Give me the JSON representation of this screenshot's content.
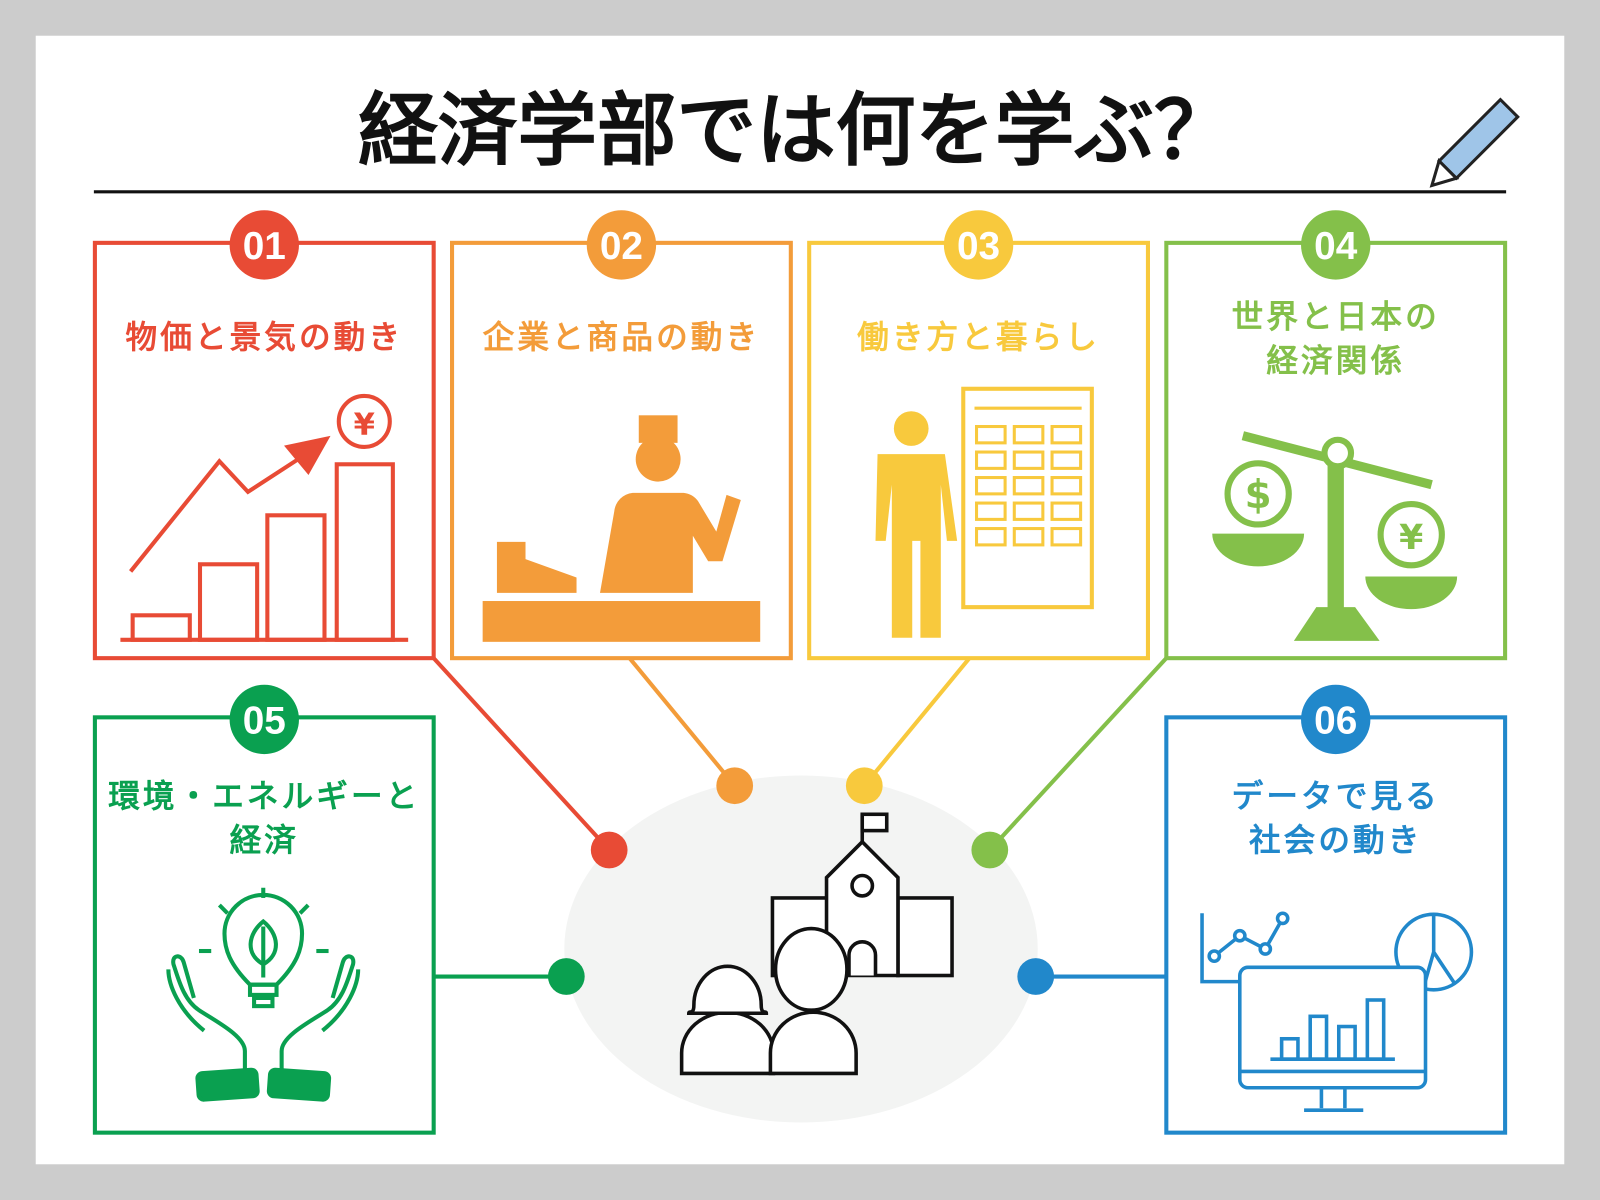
{
  "title": "経済学部では何を学ぶ？",
  "colors": {
    "red": "#e84b35",
    "orange": "#f39c3a",
    "yellow": "#f8c93d",
    "lightgreen": "#84c04a",
    "green": "#0aa050",
    "blue": "#2188cb",
    "center": "#f3f4f3"
  },
  "topics": [
    {
      "number": "01",
      "lines": [
        "物価と景気の動き"
      ],
      "icon": "price-chart-yen-icon"
    },
    {
      "number": "02",
      "lines": [
        "企業と商品の動き"
      ],
      "icon": "shopkeeper-register-icon"
    },
    {
      "number": "03",
      "lines": [
        "働き方と暮らし"
      ],
      "icon": "worker-building-icon"
    },
    {
      "number": "04",
      "lines": [
        "世界と日本の",
        "経済関係"
      ],
      "icon": "scale-dollar-yen-icon"
    },
    {
      "number": "05",
      "lines": [
        "環境・エネルギーと",
        "経済"
      ],
      "icon": "hands-lightbulb-icon"
    },
    {
      "number": "06",
      "lines": [
        "データで見る",
        "社会の動き"
      ],
      "icon": "data-monitor-icon"
    }
  ],
  "icons": {
    "yen": "¥",
    "dollar": "$"
  }
}
